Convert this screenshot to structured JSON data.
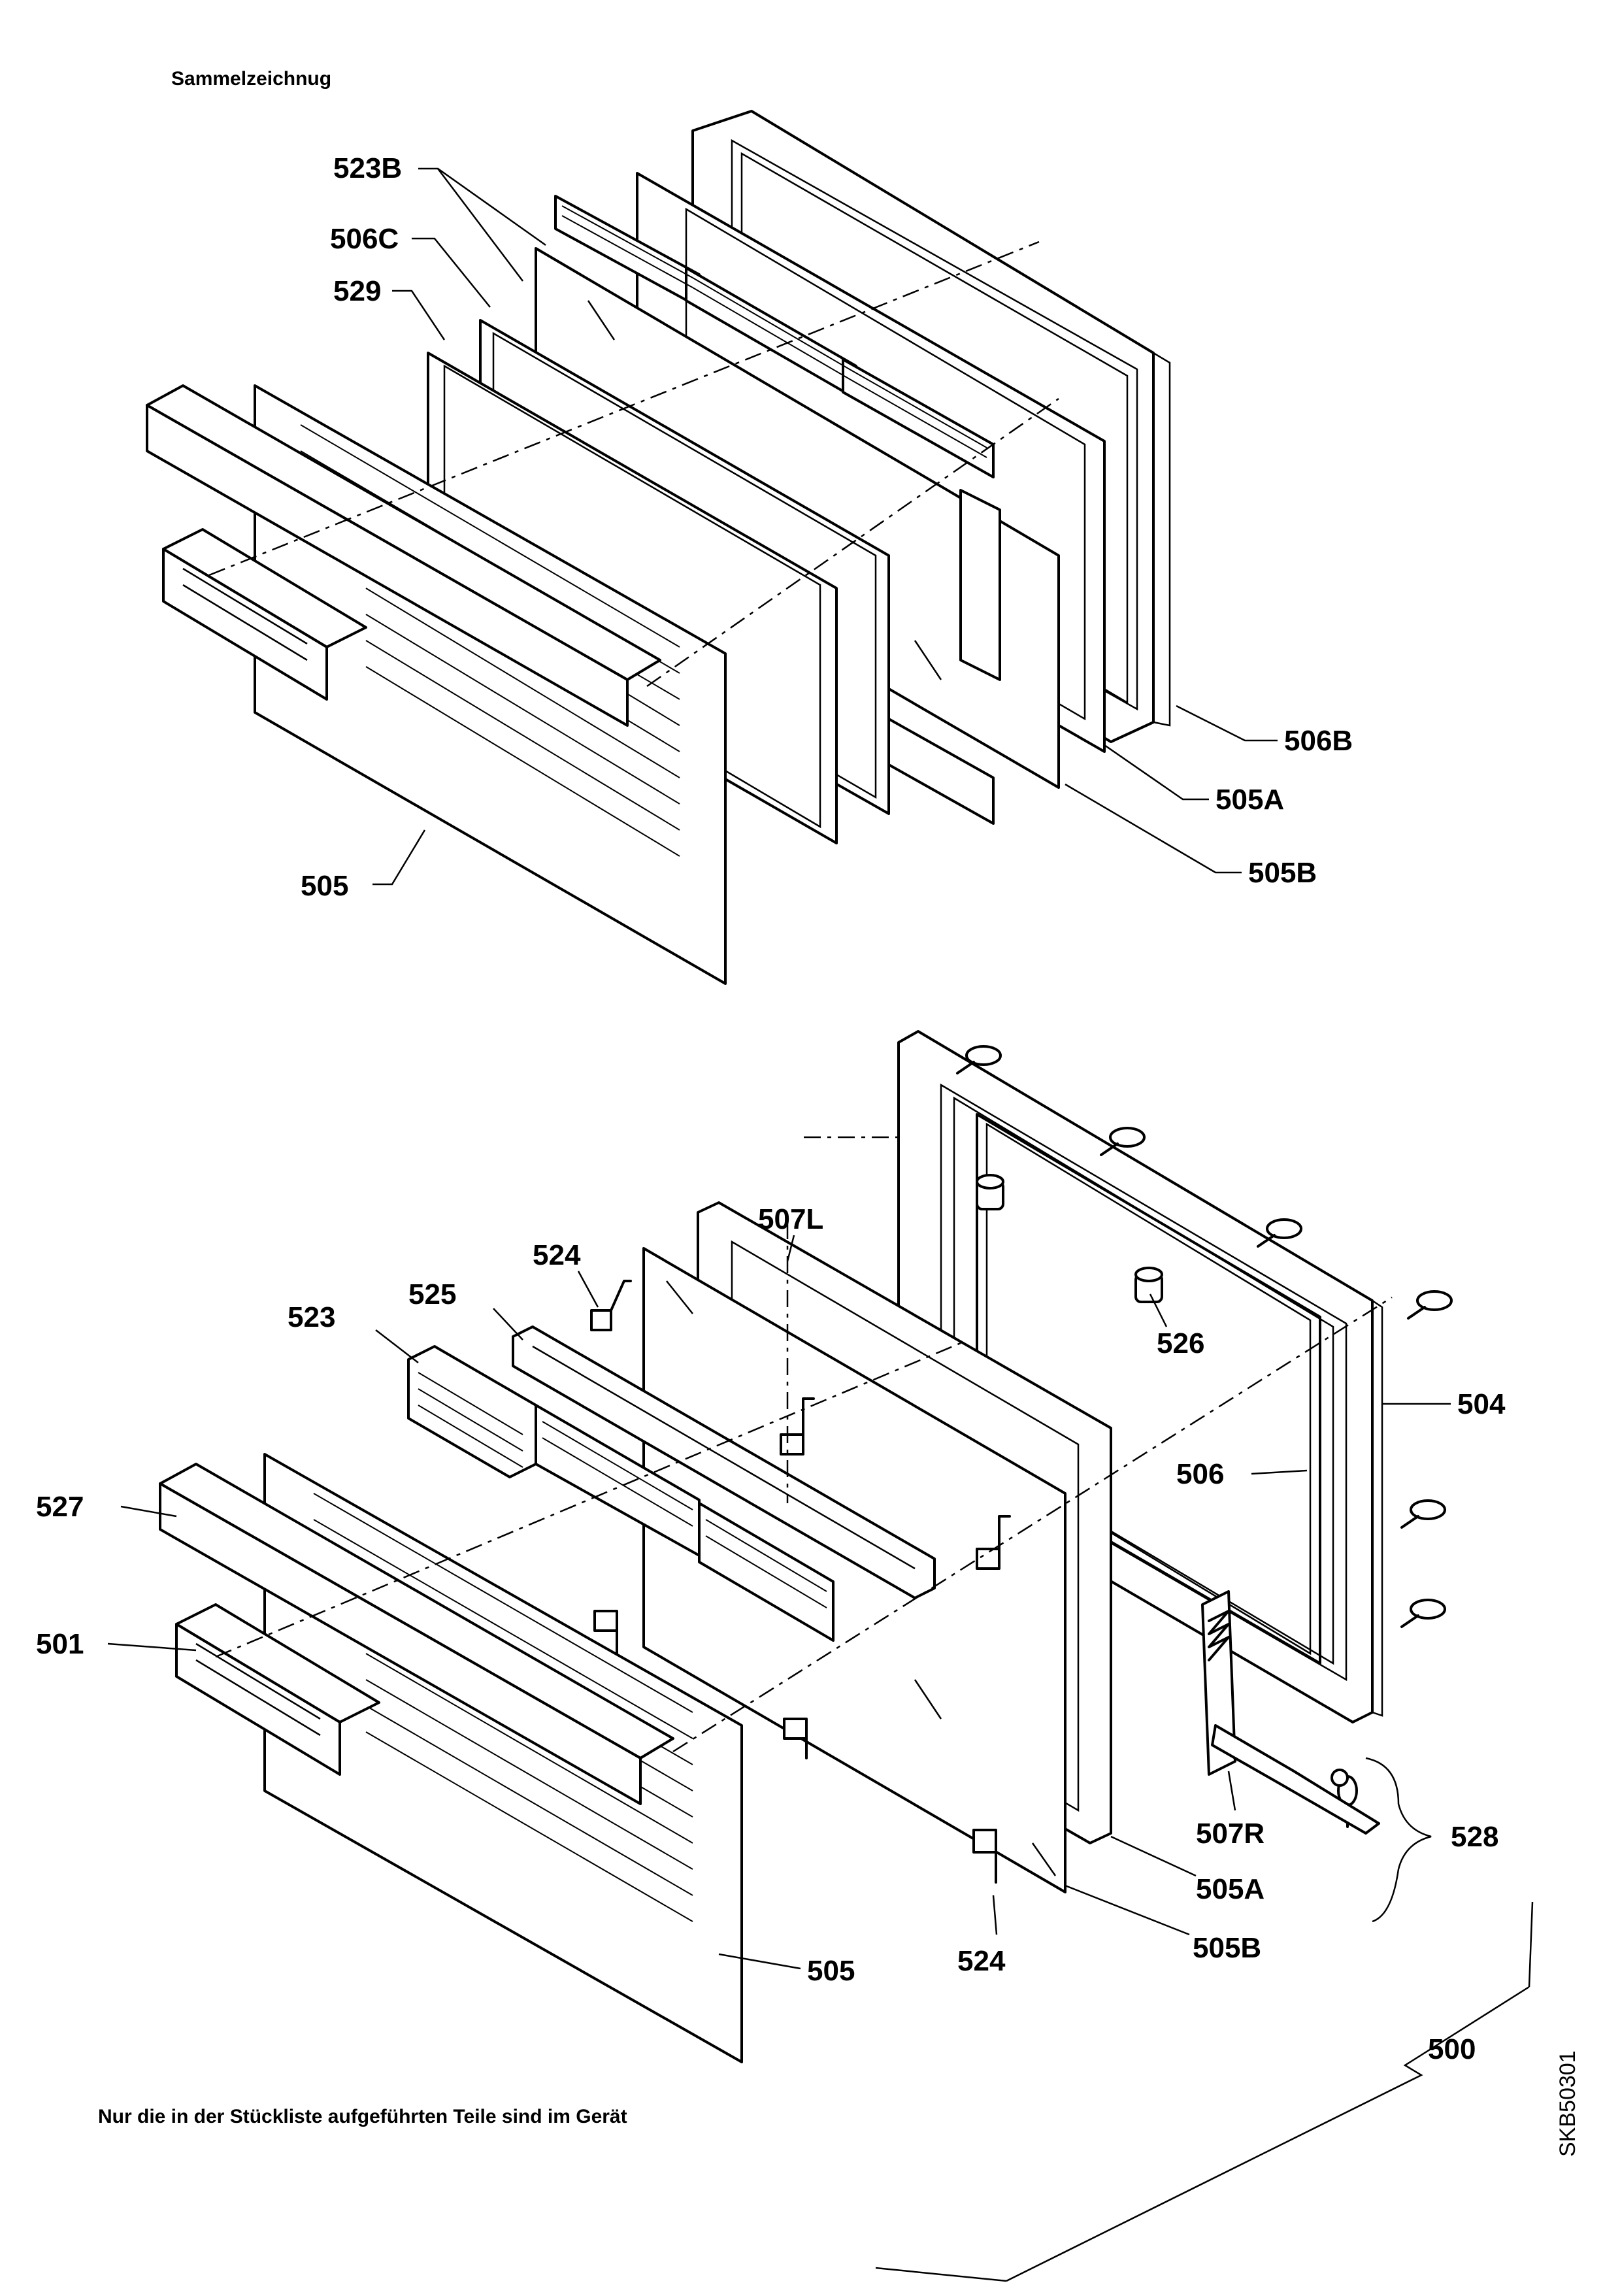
{
  "header": {
    "title": "Sammelzeichnug"
  },
  "footer": {
    "note": "Nur die in der Stückliste aufgeführten Teile sind im Gerät"
  },
  "drawing_code": "SKB50301",
  "upper_labels": {
    "l523B": "523B",
    "l506C": "506C",
    "l529": "529",
    "l505": "505",
    "l506B": "506B",
    "l505A": "505A",
    "l505B": "505B"
  },
  "lower_labels": {
    "l507L": "507L",
    "l524a": "524",
    "l525": "525",
    "l523": "523",
    "l527": "527",
    "l501": "501",
    "l526": "526",
    "l504": "504",
    "l506": "506",
    "l507R": "507R",
    "l528": "528",
    "l505A": "505A",
    "l505B": "505B",
    "l524b": "524",
    "l505": "505",
    "l500": "500"
  },
  "icons": {
    "screw": "screw-icon",
    "spacer": "spacer-icon",
    "clip": "clip-icon",
    "hinge": "hinge-icon"
  }
}
